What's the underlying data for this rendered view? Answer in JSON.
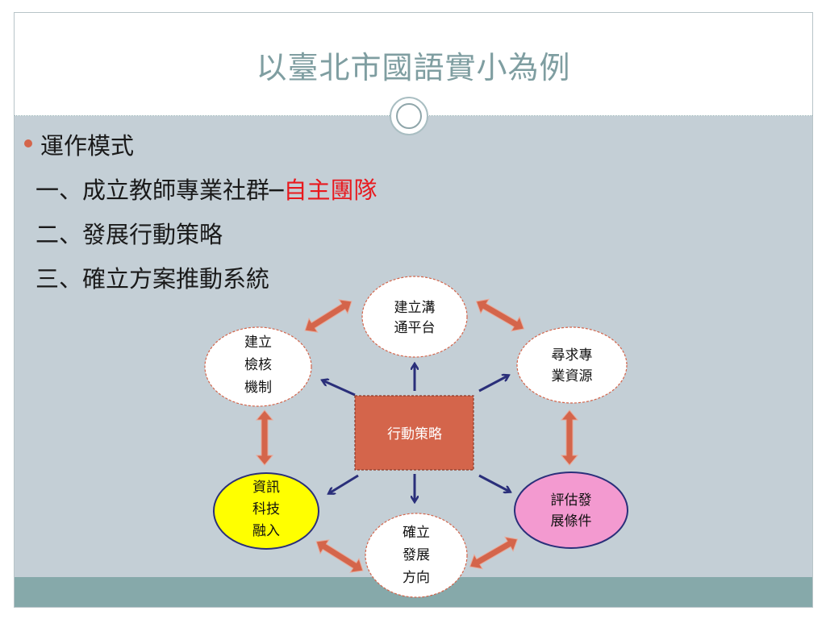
{
  "slide": {
    "title": "以臺北市國語實小為例",
    "bullet": "運作模式",
    "lines": [
      {
        "prefix": "一、成立教師專業社群─",
        "highlight": "自主團隊"
      },
      {
        "prefix": "二、發展行動策略",
        "highlight": ""
      },
      {
        "prefix": "三、確立方案推動系統",
        "highlight": ""
      }
    ]
  },
  "diagram": {
    "center": "行動策略",
    "nodes": {
      "top": [
        "建立溝",
        "通平台"
      ],
      "right_top": [
        "尋求專",
        "業資源"
      ],
      "right_bottom": [
        "評估發",
        "展條件"
      ],
      "bottom": [
        "確立",
        "發展",
        "方向"
      ],
      "left_bottom": [
        "資訊",
        "科技",
        "融入"
      ],
      "left_top": [
        "建立",
        "檢核",
        "機制"
      ]
    },
    "colors": {
      "center_fill": "#d4654b",
      "arrow_fill": "#d4654b",
      "pointer": "#2a2f7a",
      "node_default": "#ffffff",
      "node_yellow": "#ffff00",
      "node_pink": "#f39ad0",
      "title_text": "#7f9ea1",
      "highlight_text": "#e8191e"
    }
  }
}
